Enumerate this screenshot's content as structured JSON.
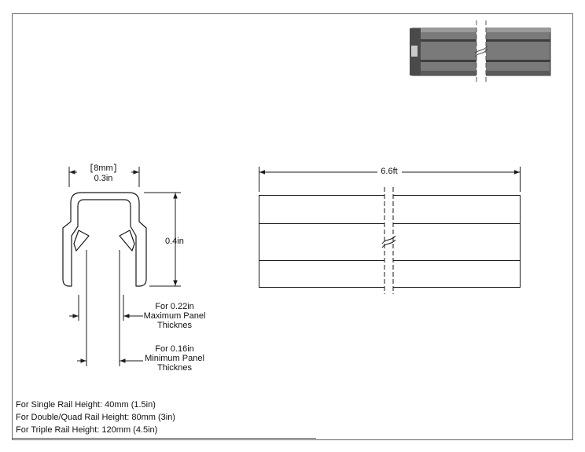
{
  "profile": {
    "width_mm": "8mm",
    "width_in": "0.3in",
    "height_in": "0.4in"
  },
  "panel": {
    "max": {
      "value": "For 0.22in",
      "line1": "Maximum Panel",
      "line2": "Thicknes"
    },
    "min": {
      "value": "For 0.16in",
      "line1": "Minimum Panel",
      "line2": "Thicknes"
    }
  },
  "rail": {
    "length": "6.6ft"
  },
  "notes": [
    "For Single Rail Height: 40mm (1.5in)",
    "For Double/Quad Rail Height: 80mm (3in)",
    "For Triple Rail Height: 120mm (4.5in)"
  ],
  "colors": {
    "line": "#1a1a1a",
    "thumb_body": "#7a7a7a",
    "thumb_dark": "#3e3e3e",
    "thumb_light": "#a9a9a9"
  }
}
